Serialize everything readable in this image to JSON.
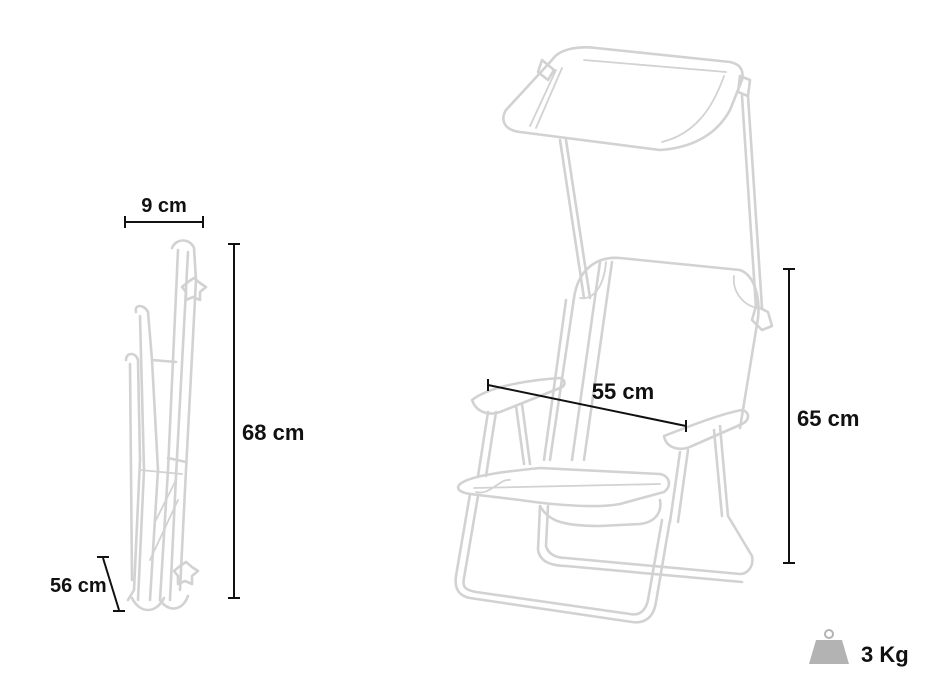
{
  "dimensions": {
    "folded_depth": "9 cm",
    "folded_height": "68 cm",
    "folded_width": "56 cm",
    "seat_width": "55 cm",
    "chair_height": "65 cm"
  },
  "weight": {
    "label": "3 Kg",
    "icon": "weight-icon",
    "icon_color": "#b3b3b3"
  },
  "colors": {
    "outline": "#d2d2d2",
    "dimension": "#111111"
  }
}
